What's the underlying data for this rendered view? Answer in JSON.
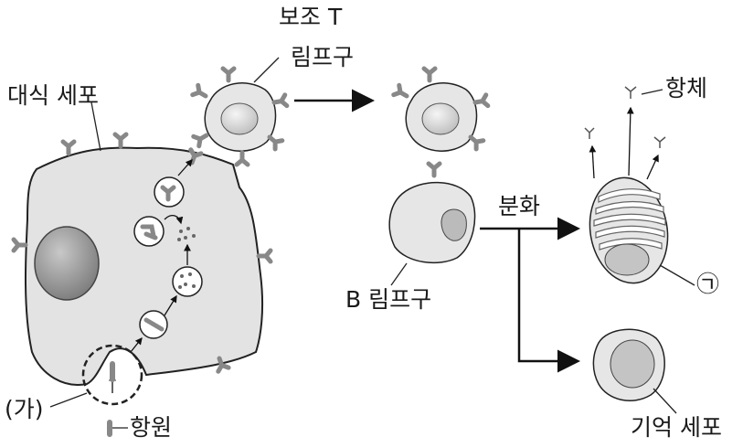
{
  "labels": {
    "helper_t": "보조 T",
    "helper_t2": "림프구",
    "macrophage": "대식 세포",
    "b_cell": "B 림프구",
    "differentiation": "분화",
    "antibody": "항체",
    "plasma_marker": "㉠",
    "memory_cell": "기억 세포",
    "ga": "(가)",
    "antigen": "항원"
  }
}
